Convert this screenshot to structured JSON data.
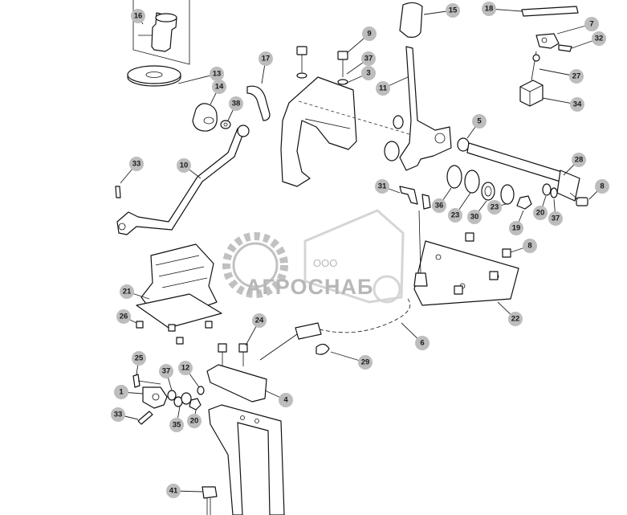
{
  "diagram": {
    "callouts": [
      {
        "id": "c16",
        "label": "16"
      },
      {
        "id": "c13",
        "label": "13"
      },
      {
        "id": "c14",
        "label": "14"
      },
      {
        "id": "c38",
        "label": "38"
      },
      {
        "id": "c17",
        "label": "17"
      },
      {
        "id": "c9",
        "label": "9"
      },
      {
        "id": "c37a",
        "label": "37"
      },
      {
        "id": "c3",
        "label": "3"
      },
      {
        "id": "c11",
        "label": "11"
      },
      {
        "id": "c15",
        "label": "15"
      },
      {
        "id": "c18",
        "label": "18"
      },
      {
        "id": "c7",
        "label": "7"
      },
      {
        "id": "c32",
        "label": "32"
      },
      {
        "id": "c27",
        "label": "27"
      },
      {
        "id": "c34",
        "label": "34"
      },
      {
        "id": "c5",
        "label": "5"
      },
      {
        "id": "c28",
        "label": "28"
      },
      {
        "id": "c8a",
        "label": "8"
      },
      {
        "id": "c33a",
        "label": "33"
      },
      {
        "id": "c10",
        "label": "10"
      },
      {
        "id": "c31",
        "label": "31"
      },
      {
        "id": "c36",
        "label": "36"
      },
      {
        "id": "c23a",
        "label": "23"
      },
      {
        "id": "c30",
        "label": "30"
      },
      {
        "id": "c23b",
        "label": "23"
      },
      {
        "id": "c19",
        "label": "19"
      },
      {
        "id": "c20a",
        "label": "20"
      },
      {
        "id": "c37b",
        "label": "37"
      },
      {
        "id": "c8b",
        "label": "8"
      },
      {
        "id": "c21",
        "label": "21"
      },
      {
        "id": "c26",
        "label": "26"
      },
      {
        "id": "c22",
        "label": "22"
      },
      {
        "id": "c24",
        "label": "24"
      },
      {
        "id": "c6",
        "label": "6"
      },
      {
        "id": "c29",
        "label": "29"
      },
      {
        "id": "c25",
        "label": "25"
      },
      {
        "id": "c37c",
        "label": "37"
      },
      {
        "id": "c12",
        "label": "12"
      },
      {
        "id": "c4",
        "label": "4"
      },
      {
        "id": "c1",
        "label": "1"
      },
      {
        "id": "c33b",
        "label": "33"
      },
      {
        "id": "c35",
        "label": "35"
      },
      {
        "id": "c20b",
        "label": "20"
      },
      {
        "id": "c41",
        "label": "41"
      }
    ]
  },
  "watermark": {
    "company_prefix": "ООО",
    "company_name": "АГРОСНАБ"
  }
}
